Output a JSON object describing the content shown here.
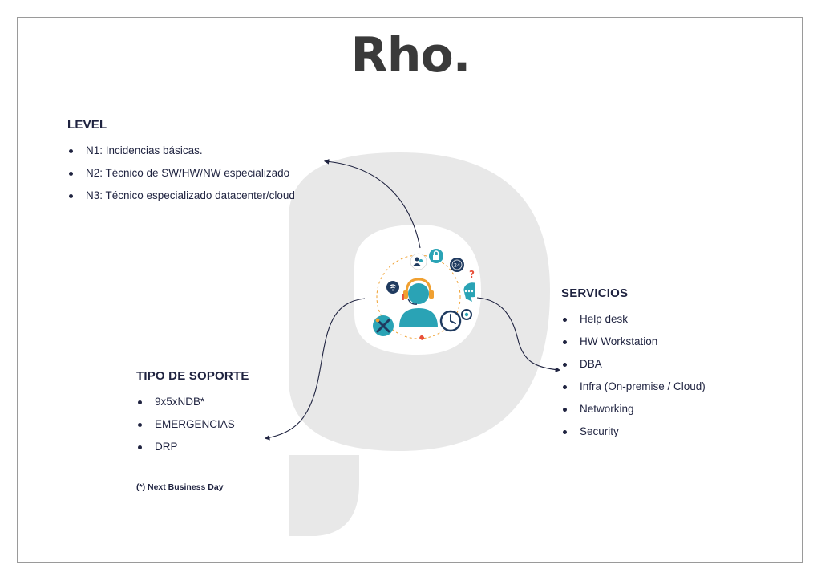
{
  "logo": {
    "text": "Rho."
  },
  "level": {
    "title": "LEVEL",
    "items": [
      "N1: Incidencias básicas.",
      "N2: Técnico de SW/HW/NW especializado",
      "N3: Técnico especializado datacenter/cloud"
    ]
  },
  "servicios": {
    "title": "SERVICIOS",
    "items": [
      "Help desk",
      "HW Workstation",
      "DBA",
      "Infra (On-premise / Cloud)",
      "Networking",
      "Security"
    ]
  },
  "soporte": {
    "title": "TIPO DE SOPORTE",
    "items": [
      "9x5xNDB*",
      "EMERGENCIAS",
      "DRP"
    ],
    "footnote": "(*) Next Business Day"
  },
  "colors": {
    "text": "#1f2340",
    "logo": "#3a3a3a",
    "watermark": "#e8e8e8",
    "teal": "#2aa3b5",
    "navy": "#1f3a5f",
    "orange": "#f0a030",
    "red": "#e8503a"
  },
  "icons": [
    "user-headset-icon",
    "clock-icon",
    "tools-icon",
    "support-24-icon",
    "chat-icon",
    "wifi-icon",
    "question-icon",
    "phone-icon",
    "lifebuoy-icon",
    "users-icon",
    "lock-icon"
  ]
}
